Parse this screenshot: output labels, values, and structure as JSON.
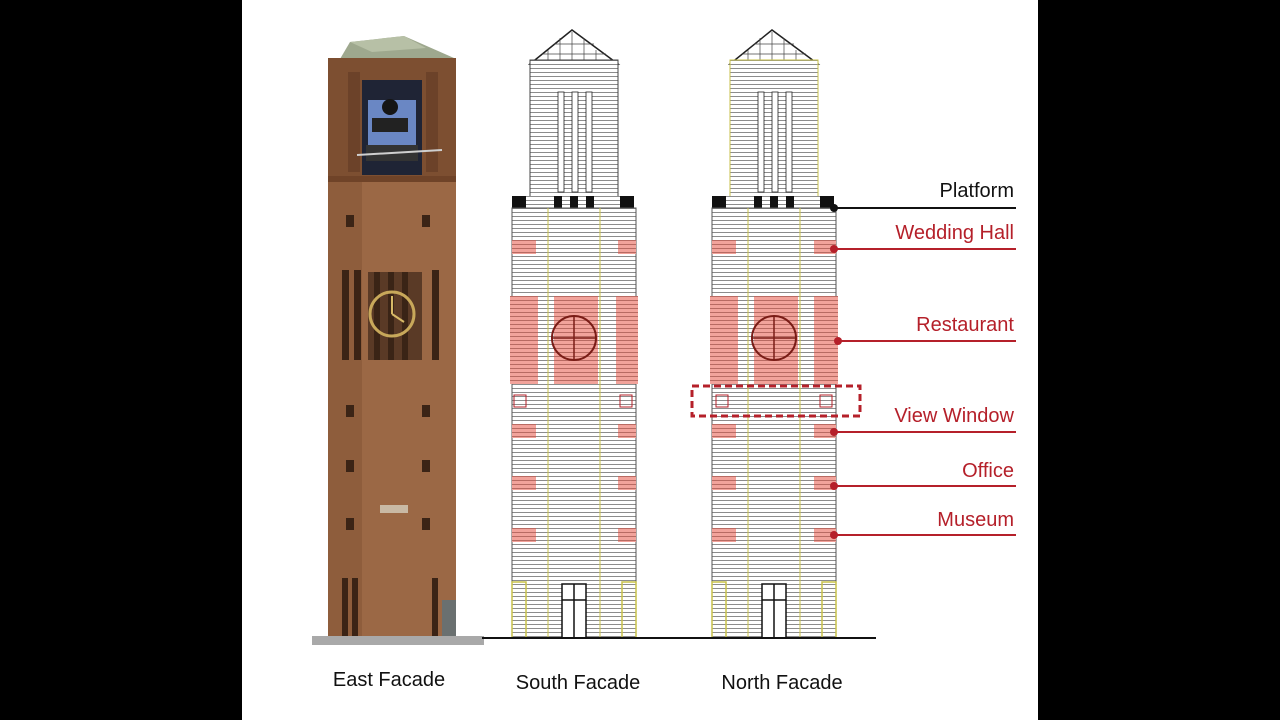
{
  "facades": [
    {
      "name": "East Facade"
    },
    {
      "name": "South Facade"
    },
    {
      "name": "North Facade"
    }
  ],
  "floor_labels": [
    {
      "label": "Platform",
      "color": "#111111"
    },
    {
      "label": "Wedding Hall",
      "color": "#b5202a"
    },
    {
      "label": "Restaurant",
      "color": "#b5202a"
    },
    {
      "label": "View Window",
      "color": "#b5202a"
    },
    {
      "label": "Office",
      "color": "#b5202a"
    },
    {
      "label": "Museum",
      "color": "#b5202a"
    }
  ],
  "colors": {
    "brick": "#8a5a3a",
    "highlight": "#e8776e",
    "label_red": "#b5202a",
    "stripe": "#9a9a9a"
  }
}
